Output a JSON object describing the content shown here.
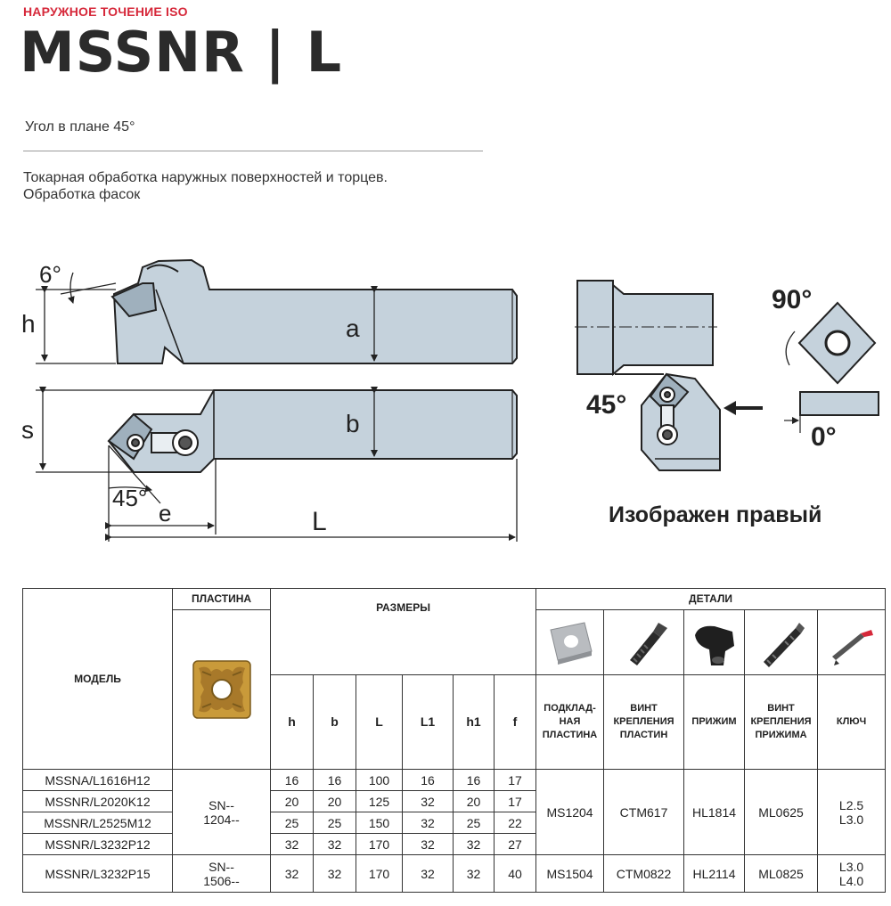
{
  "header": {
    "category": "НАРУЖНОЕ ТОЧЕНИЕ ISO",
    "title": "MSSNR | L",
    "subtitle": "Угол в плане 45°",
    "description_1": "Токарная обработка наружных поверхностей и торцев.",
    "description_2": "Обработка фасок"
  },
  "drawing": {
    "angle_6": "6°",
    "label_h": "h",
    "label_a": "a",
    "label_s": "s",
    "label_b": "b",
    "angle_45_bottom": "45°",
    "label_e": "e",
    "label_L": "L",
    "angle_45_right": "45°",
    "angle_90": "90°",
    "angle_0": "0°",
    "caption": "Изображен правый"
  },
  "table": {
    "model_header": "МОДЕЛЬ",
    "insert_header": "ПЛАСТИНА",
    "dimensions_header": "РАЗМЕРЫ",
    "details_header": "ДЕТАЛИ",
    "dim_columns": [
      "h",
      "b",
      "L",
      "L1",
      "h1",
      "f"
    ],
    "detail_columns": [
      "ПОДКЛАД-НАЯ ПЛАСТИНА",
      "ВИНТ КРЕПЛЕНИЯ ПЛАСТИН",
      "ПРИЖИМ",
      "ВИНТ КРЕПЛЕНИЯ ПРИЖИМА",
      "КЛЮЧ"
    ],
    "detail_icons": [
      "shim-plate-icon",
      "insert-screw-icon",
      "clamp-icon",
      "clamp-screw-icon",
      "key-icon"
    ],
    "rows": [
      {
        "model": "MSSNA/L1616H12",
        "h": "16",
        "b": "16",
        "L": "100",
        "L1": "16",
        "h1": "16",
        "f": "17"
      },
      {
        "model": "MSSNR/L2020K12",
        "h": "20",
        "b": "20",
        "L": "125",
        "L1": "32",
        "h1": "20",
        "f": "17"
      },
      {
        "model": "MSSNR/L2525M12",
        "h": "25",
        "b": "25",
        "L": "150",
        "L1": "32",
        "h1": "25",
        "f": "22"
      },
      {
        "model": "MSSNR/L3232P12",
        "h": "32",
        "b": "32",
        "L": "170",
        "L1": "32",
        "h1": "32",
        "f": "27"
      },
      {
        "model": "MSSNR/L3232P15",
        "h": "32",
        "b": "32",
        "L": "170",
        "L1": "32",
        "h1": "32",
        "f": "40"
      }
    ],
    "group1": {
      "insert_1": "SN--",
      "insert_2": "1204--",
      "shim": "MS1204",
      "insert_screw": "CTM617",
      "clamp": "HL1814",
      "clamp_screw": "ML0625",
      "key_1": "L2.5",
      "key_2": "L3.0"
    },
    "group2": {
      "insert_1": "SN--",
      "insert_2": "1506--",
      "shim": "MS1504",
      "insert_screw": "CTM0822",
      "clamp": "HL2114",
      "clamp_screw": "ML0825",
      "key_1": "L3.0",
      "key_2": "L4.0"
    }
  }
}
